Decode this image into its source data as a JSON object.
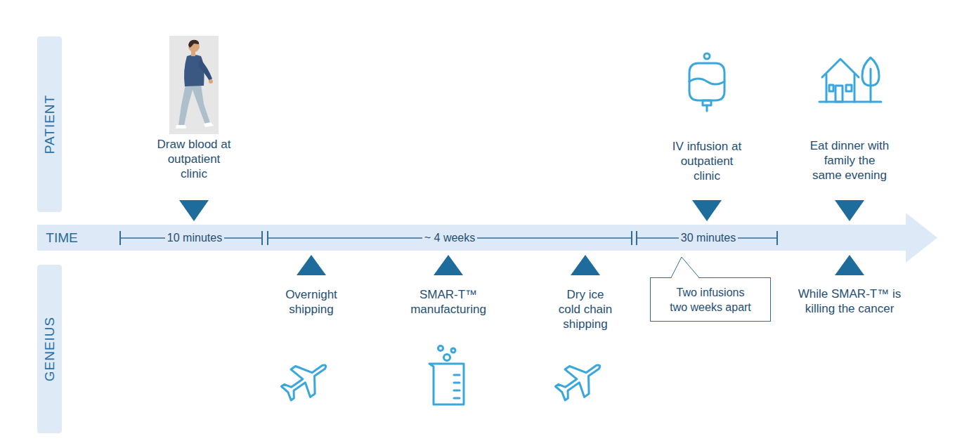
{
  "diagram": {
    "nodes": [
      {
        "text": [
          "PATIENT"
        ]
      },
      {
        "text": [
          "TIME"
        ]
      },
      {
        "text": [
          "Two infusions two weeks apart"
        ]
      },
      {
        "text": [
          "GENEIUS"
        ]
      }
    ],
    "labels": [
      "Draw blood at outpatient clinic",
      "IV infusion at outpatient clinic",
      "Eat dinner with family the same evening",
      "10 minutes",
      "~ 4 weeks",
      "30 minutes",
      "Overnight shipping",
      "SMAR-T™ manufacturing",
      "Dry ice cold chain shipping",
      "While SMAR-T™ is killing the cancer"
    ]
  }
}
